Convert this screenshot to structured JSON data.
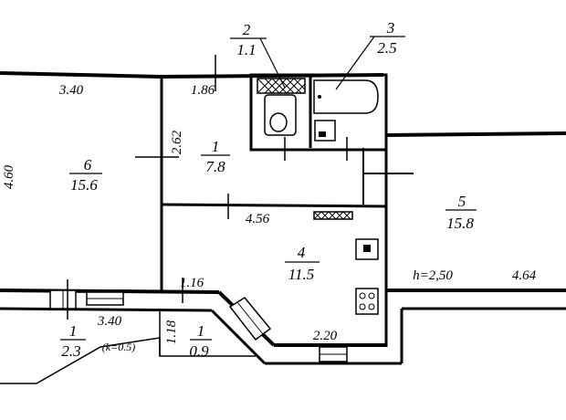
{
  "rooms": [
    {
      "num": "2",
      "area": "1.1"
    },
    {
      "num": "3",
      "area": "2.5"
    },
    {
      "num": "6",
      "area": "15.6"
    },
    {
      "num": "1",
      "area": "7.8"
    },
    {
      "num": "5",
      "area": "15.8"
    },
    {
      "num": "4",
      "area": "11.5"
    },
    {
      "num": "1",
      "area": "2.3"
    },
    {
      "num": "1",
      "area": "0.9"
    }
  ],
  "dimensions": {
    "d_340_top": "3.40",
    "d_186": "1.86",
    "d_262": "2.62",
    "d_460": "4.60",
    "d_456": "4.56",
    "d_116": "1.16",
    "d_340_bottom": "3.40",
    "d_118": "1.18",
    "d_220": "2.20",
    "d_464": "4.64",
    "height": "h=2,50",
    "coefficient": "(k=0.5)"
  }
}
